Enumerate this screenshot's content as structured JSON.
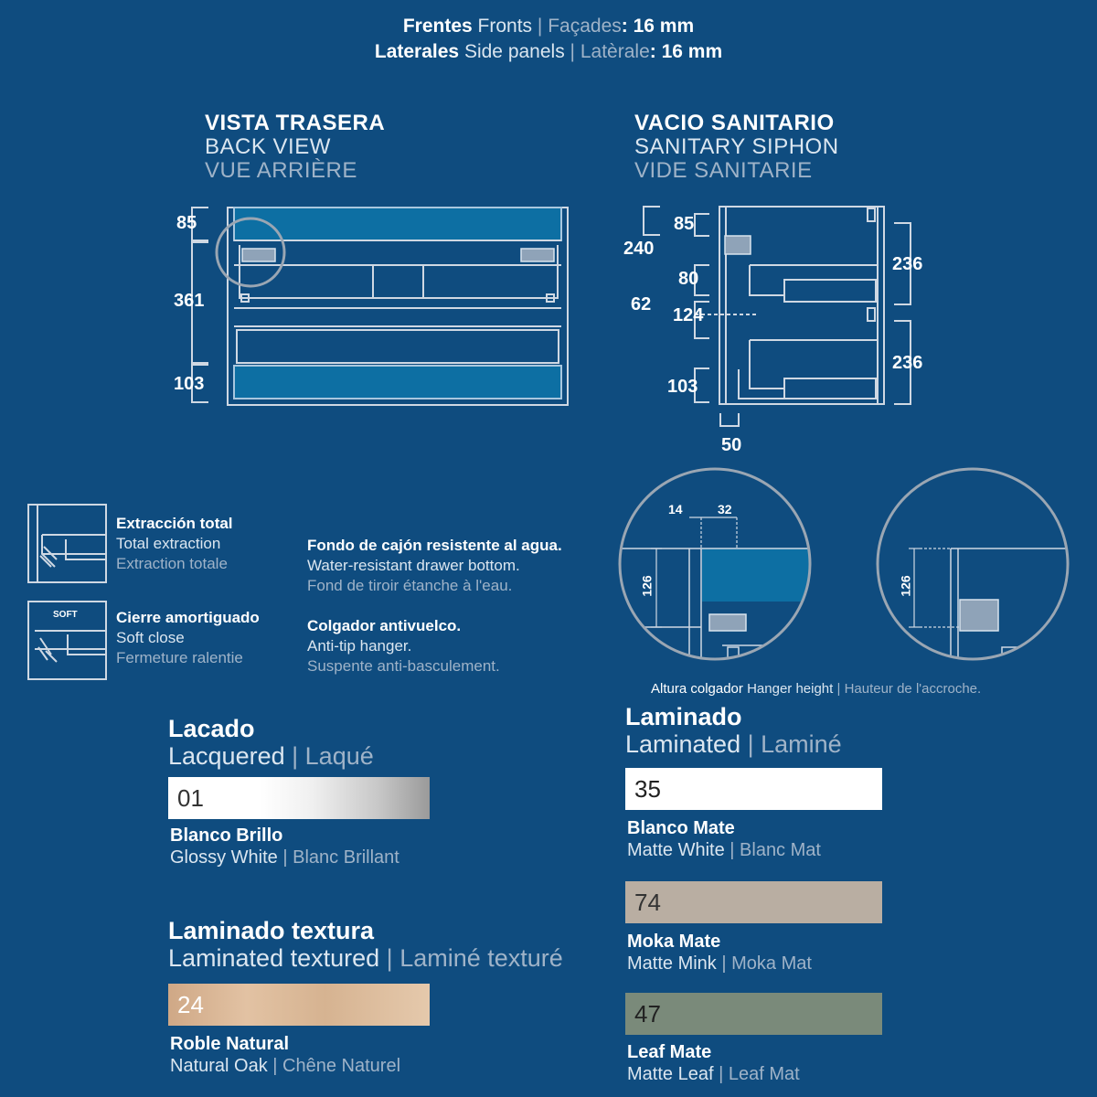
{
  "header": {
    "line1": {
      "bold": "Frentes",
      "en": "Fronts",
      "sep": "|",
      "fr": "Façades",
      "value": ": 16 mm"
    },
    "line2": {
      "bold": "Laterales",
      "en": "Side panels",
      "sep": "|",
      "fr": "Latèrale",
      "value": ": 16 mm"
    }
  },
  "back_view": {
    "title_es": "VISTA TRASERA",
    "title_en": "BACK VIEW",
    "title_fr": "VUE ARRIÈRE",
    "dims": [
      "85",
      "361",
      "103"
    ]
  },
  "sanitary": {
    "title_es": "VACIO SANITARIO",
    "title_en": "SANITARY SIPHON",
    "title_fr": "VIDE SANITARIE",
    "dims": {
      "d240": "240",
      "d85": "85",
      "d80": "80",
      "d62": "62",
      "d124": "124",
      "d103": "103",
      "d50": "50",
      "d236a": "236",
      "d236b": "236"
    }
  },
  "features": [
    {
      "icon": "full-extraction-icon",
      "es": "Extracción total",
      "en": "Total extraction",
      "fr": "Extraction totale"
    },
    {
      "icon": "soft-close-icon",
      "badge": "SOFT",
      "es": "Cierre amortiguado",
      "en": "Soft close",
      "fr": "Fermeture ralentie"
    },
    {
      "es": "Fondo de cajón resistente al agua.",
      "en": "Water-resistant drawer bottom.",
      "fr": "Fond de tiroir étanche à l'eau."
    },
    {
      "es": "Colgador antivuelco.",
      "en": "Anti-tip hanger.",
      "fr": "Suspente anti-basculement."
    }
  ],
  "hanger": {
    "d14": "14",
    "d32": "32",
    "d126a": "126",
    "d126b": "126",
    "caption_es": "Altura colgador",
    "caption_en": "Hanger height",
    "sep": "|",
    "caption_fr": "Hauteur de l'accroche."
  },
  "finishes": {
    "lacquered": {
      "title_es": "Lacado",
      "title_en": "Lacquered",
      "sep": "|",
      "title_fr": "Laqué",
      "items": [
        {
          "code": "01",
          "es": "Blanco Brillo",
          "en": "Glossy White",
          "sep": "|",
          "fr": "Blanc Brillant",
          "color": "#ffffff"
        }
      ]
    },
    "textured": {
      "title_es": "Laminado textura",
      "title_en": "Laminated textured",
      "sep": "|",
      "title_fr": "Laminé texturé",
      "items": [
        {
          "code": "24",
          "es": "Roble Natural",
          "en": "Natural Oak",
          "sep": "|",
          "fr": "Chêne Naturel",
          "color": "#d9b896"
        }
      ]
    },
    "laminated": {
      "title_es": "Laminado",
      "title_en": "Laminated",
      "sep": "|",
      "title_fr": "Laminé",
      "items": [
        {
          "code": "35",
          "es": "Blanco Mate",
          "en": "Matte White",
          "sep": "|",
          "fr": "Blanc Mat",
          "color": "#ffffff"
        },
        {
          "code": "74",
          "es": "Moka Mate",
          "en": "Matte Mink",
          "sep": "|",
          "fr": "Moka Mat",
          "color": "#b9aea2"
        },
        {
          "code": "47",
          "es": "Leaf Mate",
          "en": "Matte Leaf",
          "sep": "|",
          "fr": "Leaf Mat",
          "color": "#7a8a7a"
        }
      ]
    }
  }
}
